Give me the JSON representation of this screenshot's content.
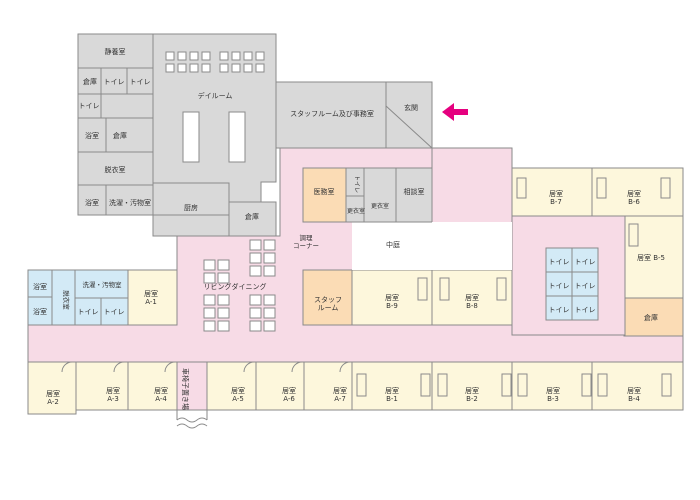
{
  "colors": {
    "gray": "#d9d9d9",
    "pink": "#f7dbe6",
    "cream": "#fdf7dc",
    "orange": "#fbdcb5",
    "blue": "#d3eaf6",
    "stroke": "#8a8a8a",
    "arrow": "#e5007f"
  },
  "icons": {
    "entrance_arrow": "left-arrow-icon"
  },
  "labels": {
    "shizuyoushitsu": "静養室",
    "souko_top": "倉庫",
    "toire_a": "トイレ",
    "toire_b": "トイレ",
    "toire_c": "トイレ",
    "dayroom": "デイルーム",
    "staff_office": "スタッフルーム及び事務室",
    "genkan": "玄関",
    "yokushitsu_1": "浴室",
    "souko_2": "倉庫",
    "datsuishitsu_1": "脱衣室",
    "yokushitsu_2": "浴室",
    "sentaku_1": "洗濯・汚物室",
    "chubo": "厨房",
    "souko_3": "倉庫",
    "imushitsu": "医務室",
    "toire_d": "トイレ",
    "kouishitsu": "更衣室",
    "koui_2": "更衣室",
    "soudanshitsu": "相談室",
    "chuuniwa": "中庭",
    "chouri_corner": "調理\nコーナー",
    "living_dining": "リビングダイニング",
    "staff_room": "スタッフ\nルーム",
    "yokushitsu_3": "浴室",
    "datsuishitsu_2": "脱衣室",
    "yokushitsu_4": "浴室",
    "sentaku_2": "洗濯・汚物室",
    "toire_e": "トイレ",
    "toire_f": "トイレ",
    "toire_g": "トイレ",
    "toire_h": "トイレ",
    "toire_i": "トイレ",
    "toire_j": "トイレ",
    "toire_k": "トイレ",
    "toire_l": "トイレ",
    "kurumaisu": "車椅子置き場",
    "souko_4": "倉庫"
  },
  "rooms": {
    "a1": "居室\nA-1",
    "a2": "居室\nA-2",
    "a3": "居室\nA-3",
    "a4": "居室\nA-4",
    "a5": "居室\nA-5",
    "a6": "居室\nA-6",
    "a7": "居室\nA-7",
    "b1": "居室\nB-1",
    "b2": "居室\nB-2",
    "b3": "居室\nB-3",
    "b4": "居室\nB-4",
    "b5": "居室 B-5",
    "b6": "居室\nB-6",
    "b7": "居室\nB-7",
    "b8": "居室\nB-8",
    "b9": "居室\nB-9"
  }
}
